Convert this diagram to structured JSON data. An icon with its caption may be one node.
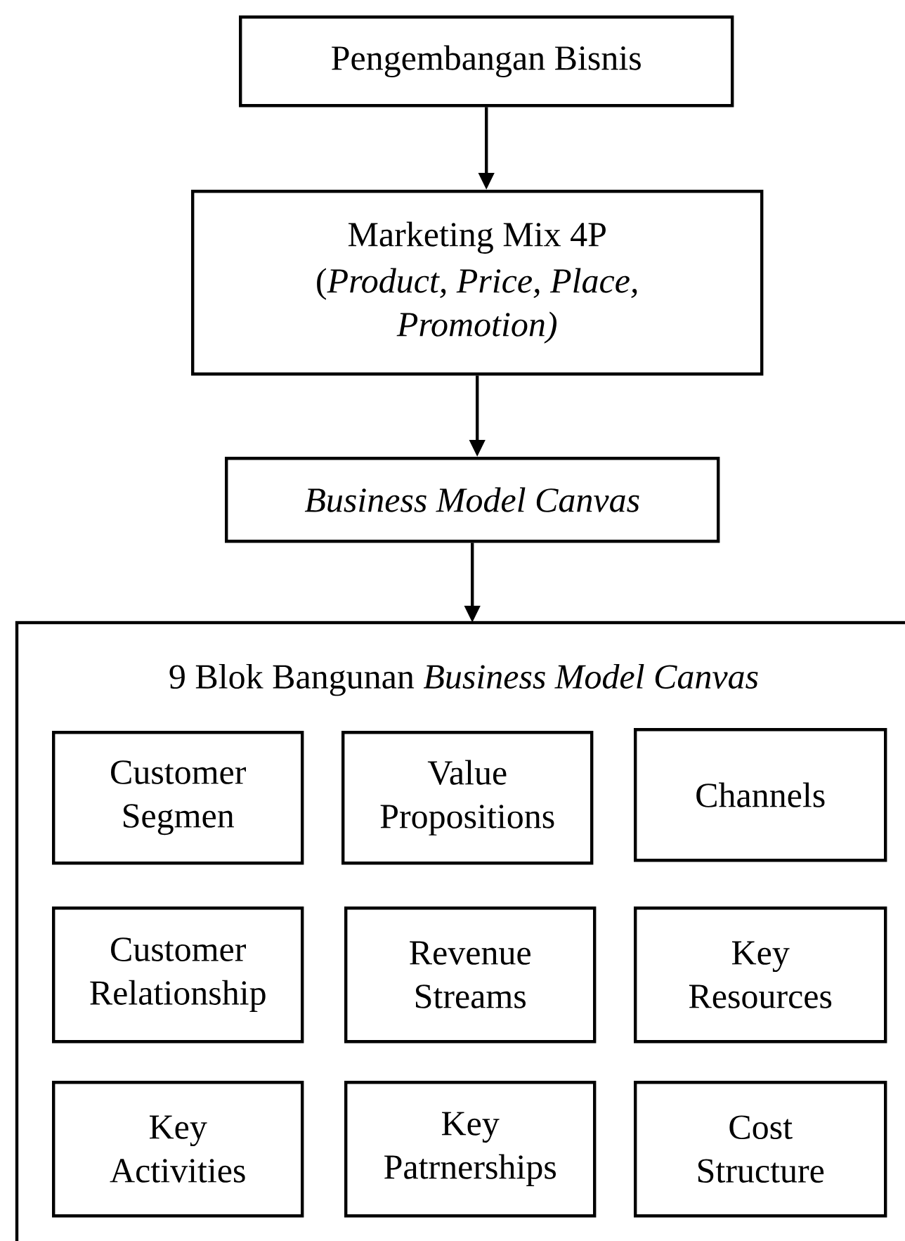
{
  "diagram": {
    "nodes": [
      {
        "text": [
          "Pengembangan Bisnis"
        ]
      },
      {
        "text": [
          "Marketing Mix 4P",
          "(*Product, Price, Place, Promotion)*"
        ]
      },
      {
        "text": [
          "Business Model Canvas"
        ]
      },
      {
        "text": [
          "9 Blok Bangunan *Business Model Canvas*"
        ]
      },
      {
        "text": [
          "Customer Segmen"
        ],
        "in": 3
      },
      {
        "text": [
          "Value Propositions"
        ],
        "in": 3
      },
      {
        "text": [
          "Channels"
        ],
        "in": 3
      },
      {
        "text": [
          "Customer Relationship"
        ],
        "in": 3
      },
      {
        "text": [
          "Revenue Streams"
        ],
        "in": 3
      },
      {
        "text": [
          "Key Resources"
        ],
        "in": 3
      },
      {
        "text": [
          "Key Activities"
        ],
        "in": 3
      },
      {
        "text": [
          "Key Patrnerships"
        ],
        "in": 3
      },
      {
        "text": [
          "Cost Structure"
        ],
        "in": 3
      }
    ],
    "edges": [
      {
        "from": 0,
        "to": 1,
        "arrow": "to"
      },
      {
        "from": 1,
        "to": 2,
        "arrow": "to"
      },
      {
        "from": 2,
        "to": 3,
        "arrow": "to"
      }
    ]
  }
}
